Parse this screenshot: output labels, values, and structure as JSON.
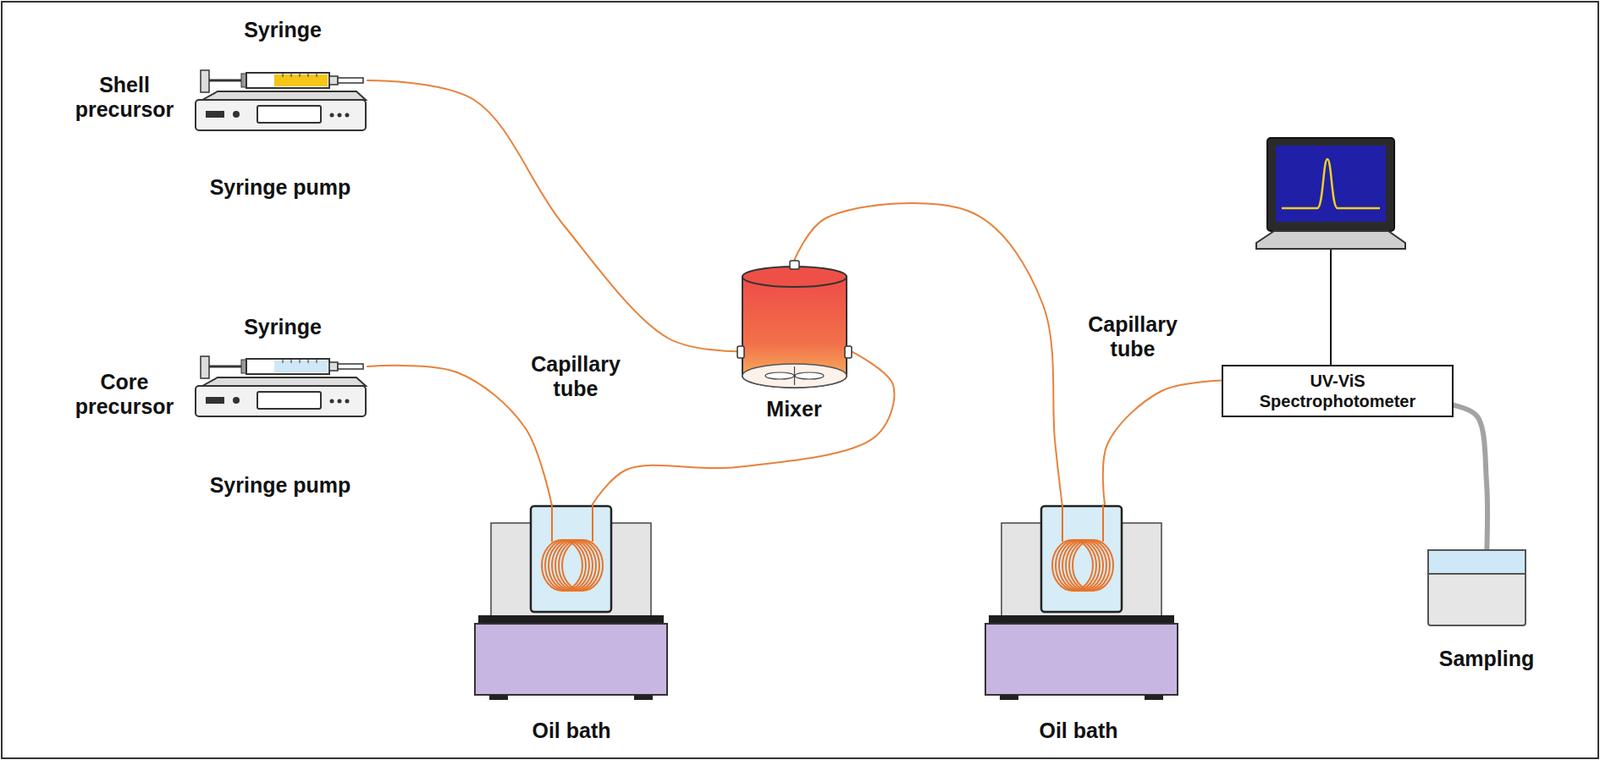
{
  "diagram": {
    "nodes": [
      {
        "text": [
          "Syringe",
          "Shell precursor",
          "Syringe pump"
        ]
      },
      {
        "text": [
          "Syringe",
          "Core precursor",
          "Syringe pump"
        ]
      },
      {
        "text": [
          "Oil bath"
        ]
      },
      {
        "text": [
          "Mixer"
        ]
      },
      {
        "text": [
          "Oil bath"
        ]
      },
      {
        "text": [
          "UV-ViS Spectrophotometer"
        ]
      },
      {
        "text": [
          "Sampling"
        ]
      }
    ],
    "edges": [
      {
        "from": 0,
        "to": 3,
        "arrow": "none"
      },
      {
        "from": 1,
        "to": 2,
        "arrow": "none"
      },
      {
        "from": 2,
        "to": 3,
        "arrow": "none"
      },
      {
        "from": 3,
        "to": 4,
        "arrow": "none"
      },
      {
        "from": 4,
        "to": 5,
        "arrow": "none"
      },
      {
        "from": 5,
        "to": 6,
        "arrow": "none"
      }
    ],
    "labels": [
      "Capillary tube",
      "Capillary tube"
    ]
  }
}
